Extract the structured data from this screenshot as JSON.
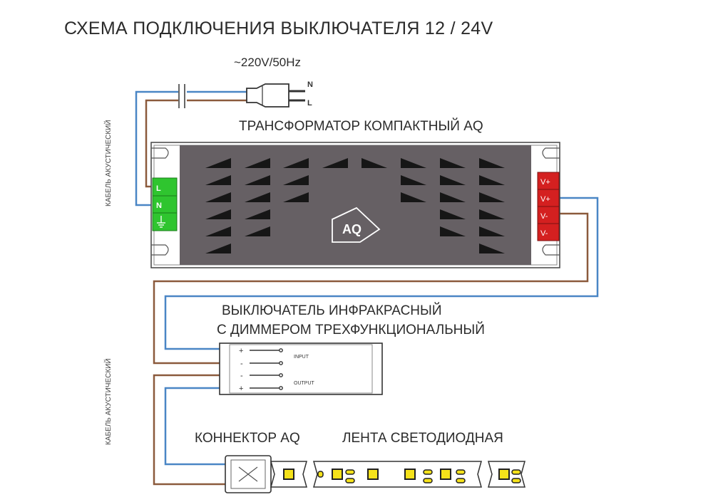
{
  "diagram": {
    "title": "СХЕМА ПОДКЛЮЧЕНИЯ ВЫКЛЮЧАТЕЛЯ 12 / 24V",
    "mains": {
      "label": "~220V/50Hz",
      "pins": [
        "N",
        "L"
      ]
    },
    "cable_labels": {
      "top": "КАБЕЛЬ АКУСТИЧЕСКИЙ",
      "bottom": "КАБЕЛЬ АКУСТИЧЕСКИЙ"
    },
    "transformer": {
      "label": "ТРАНСФОРМАТОР КОМПАКТНЫЙ AQ",
      "input_terminals": [
        "L",
        "N",
        "⏚"
      ],
      "output_terminals": [
        "V+",
        "V+",
        "V-",
        "V-"
      ],
      "logo_text": "AQ"
    },
    "switch": {
      "label_line1": "ВЫКЛЮЧАТЕЛЬ ИНФРАКРАСНЫЙ",
      "label_line2": "С ДИММЕРОМ ТРЕХФУНКЦИОНАЛЬНЫЙ",
      "terminals": [
        "+",
        "-",
        "-",
        "+"
      ],
      "input_label": "INPUT",
      "output_label": "OUTPUT"
    },
    "connector": {
      "label": "КОННЕКТОР AQ"
    },
    "led_strip": {
      "label": "ЛЕНТА СВЕТОДИОДНАЯ"
    },
    "colors": {
      "wire_blue": "#4a86c5",
      "wire_brown": "#8b5a3c",
      "terminal_green": "#2fc52f",
      "terminal_red": "#d42020",
      "transformer_body": "#666064",
      "led_yellow": "#f5e21a"
    }
  }
}
